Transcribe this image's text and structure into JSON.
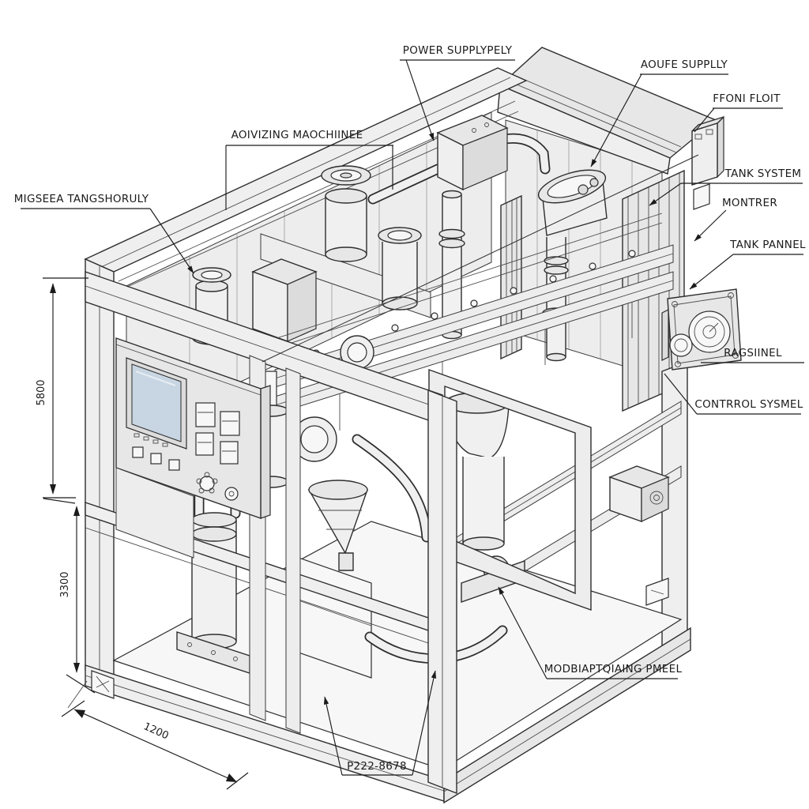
{
  "drawing": {
    "background": "#ffffff",
    "ink_color": "#1b1b1b",
    "line_color": "#2e2e2e",
    "fill_light": "#efefef",
    "fill_mid": "#e7e7e7",
    "screen_color": "#c8d5e2",
    "callouts": {
      "power_supply": "POWER SUPPLYPELY",
      "aoufe_supply": "AOUFE SUPPLLY",
      "frou_floit": "FFONI FLOIT",
      "tank_system": "TANK SYSTEM",
      "montrer": "MONTRER",
      "tank_panel": "TANK PANNEL",
      "ragsinel": "RAGSIINEL",
      "control_sysmel": "CONTRROL SYSMEL",
      "aoivizing_machine": "AOIVIZING MAOCHIINEE",
      "migseea": "MIGSEEA TANGSHORULY",
      "modbi_panel": "MODBIAPTQIAING PMEEL",
      "part_number": "P222-8678"
    },
    "dimensions": {
      "upper_height": "5800",
      "lower_height": "3300",
      "front_width": "1200"
    }
  }
}
